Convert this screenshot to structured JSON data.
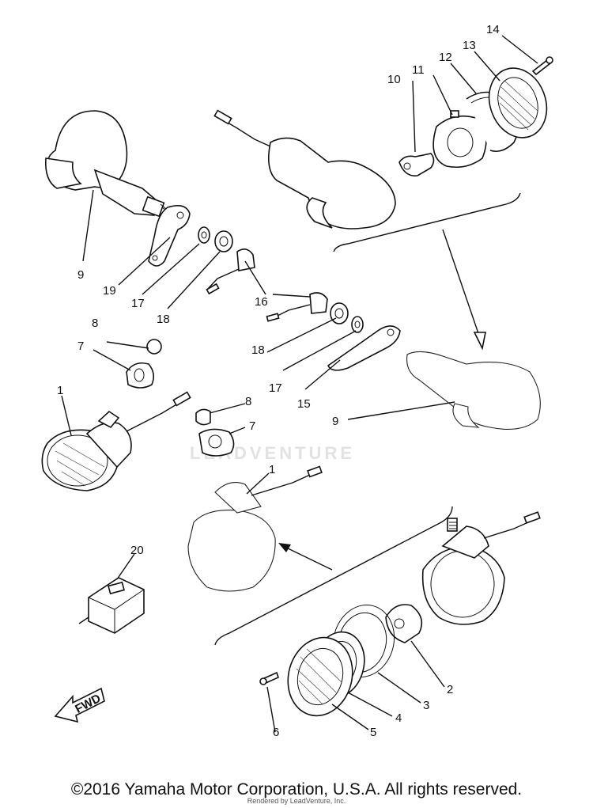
{
  "callouts": {
    "c1a": "1",
    "c1b": "1",
    "c2": "2",
    "c3": "3",
    "c4": "4",
    "c5": "5",
    "c6": "6",
    "c7a": "7",
    "c7b": "7",
    "c8a": "8",
    "c8b": "8",
    "c9a": "9",
    "c9b": "9",
    "c10": "10",
    "c11": "11",
    "c12": "12",
    "c13": "13",
    "c14": "14",
    "c15": "15",
    "c16": "16",
    "c17a": "17",
    "c17b": "17",
    "c18a": "18",
    "c18b": "18",
    "c19": "19",
    "c20": "20"
  },
  "fwd_label": "FWD",
  "watermark": "LEADVENTURE",
  "copyright": "©2016 Yamaha Motor Corporation, U.S.A. All rights reserved.",
  "rendered_by": "Rendered by LeadVenture, Inc."
}
